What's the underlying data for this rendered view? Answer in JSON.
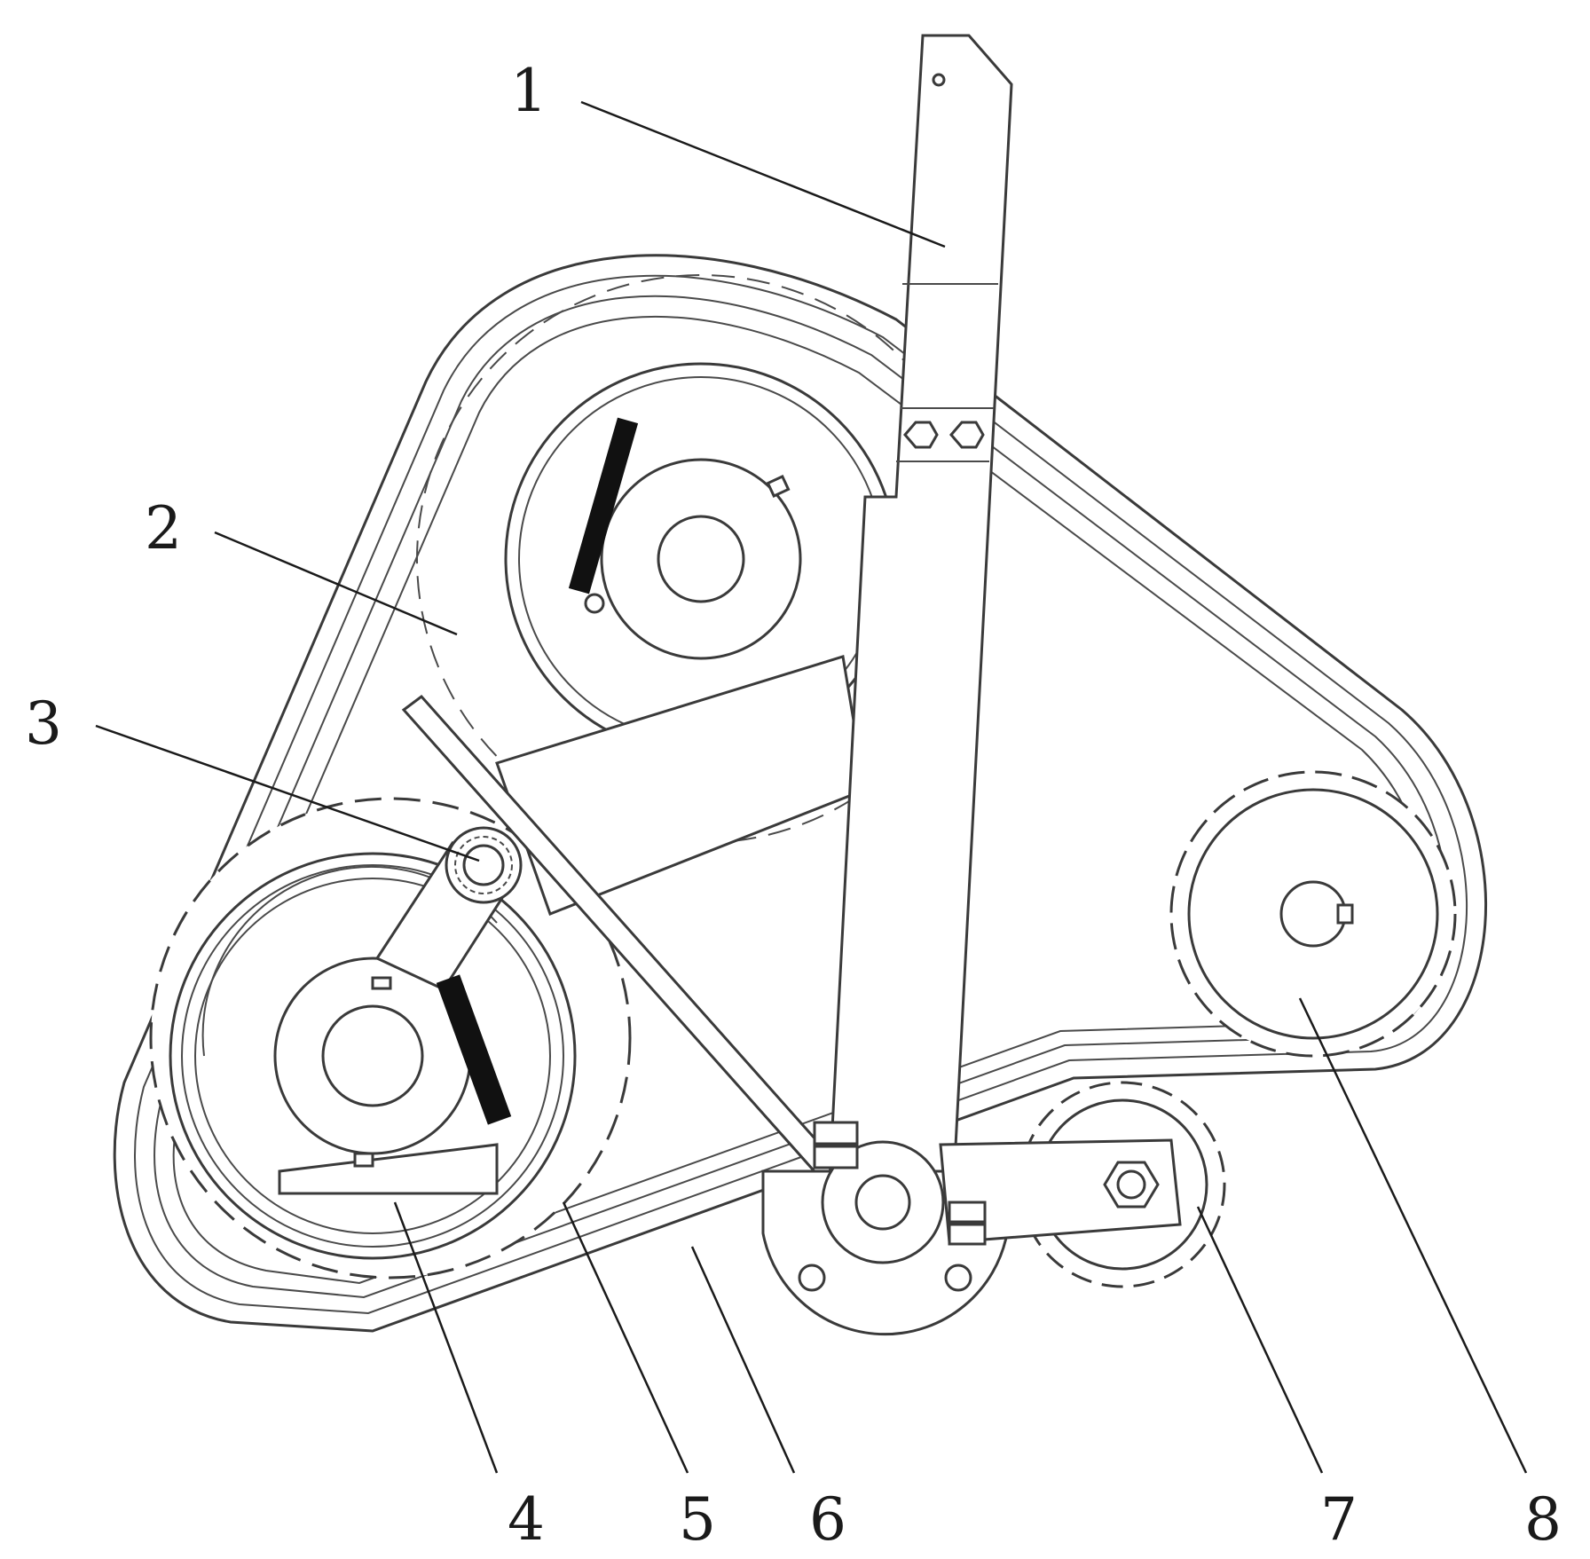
{
  "labels": [
    "1",
    "2",
    "3",
    "4",
    "5",
    "6",
    "7",
    "8"
  ],
  "colors": {
    "line": "#3a3a3a",
    "label": "#1a1a1a",
    "spring": "#111111",
    "background": "#ffffff"
  }
}
